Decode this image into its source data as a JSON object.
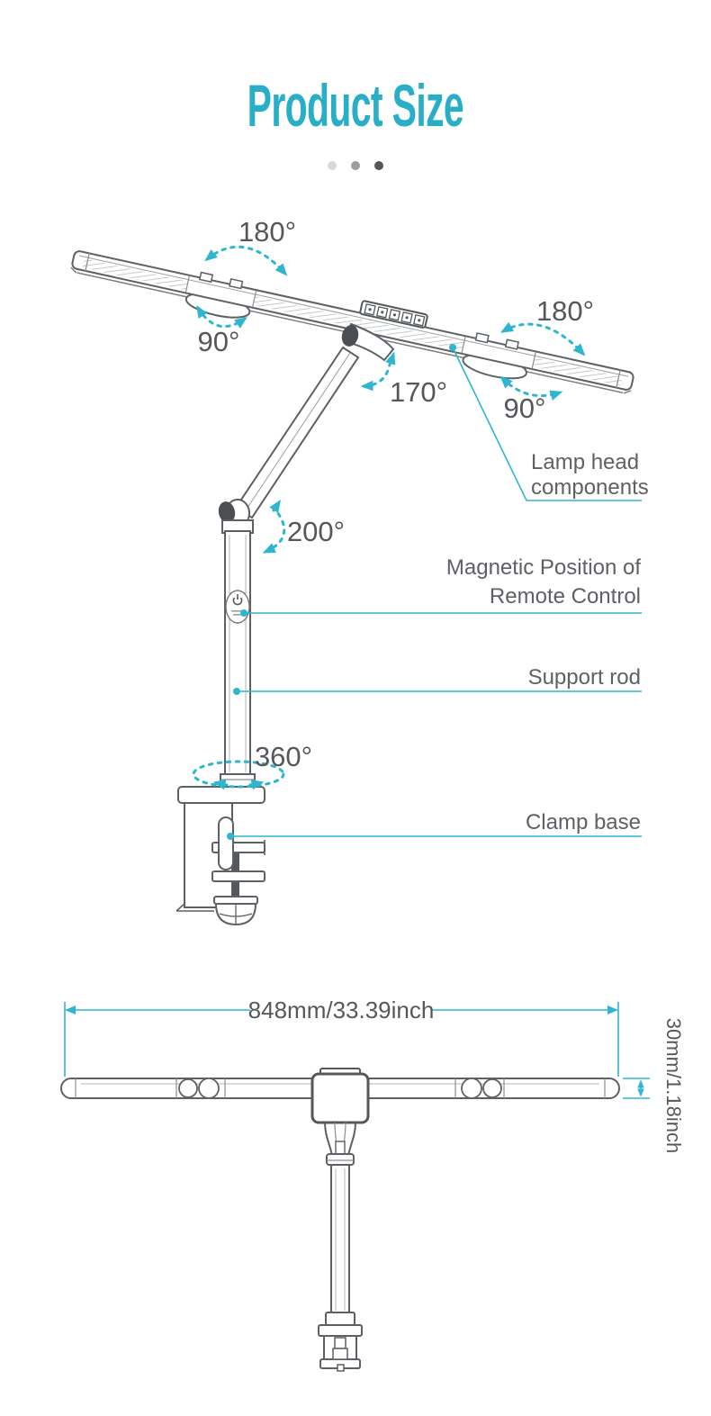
{
  "header": {
    "title": "Product Size"
  },
  "carousel": {
    "dots": [
      {
        "state": "inactive",
        "color": "#d9d9d9"
      },
      {
        "state": "inactive",
        "color": "#9c9ea0"
      },
      {
        "state": "active",
        "color": "#54565a"
      }
    ]
  },
  "side_view": {
    "angles": {
      "left_head_swivel": "180°",
      "left_head_fold": "90°",
      "right_head_swivel": "180°",
      "right_head_fold": "90°",
      "head_tilt": "170°",
      "elbow_rotation": "200°",
      "base_rotation": "360°"
    },
    "labels": {
      "lamp_head": [
        "Lamp head",
        "components"
      ],
      "magnetic_position": [
        "Magnetic Position of",
        "Remote Control"
      ],
      "support_rod": "Support rod",
      "clamp_base": "Clamp base"
    }
  },
  "front_view": {
    "width_dimension": "848mm/33.39inch",
    "height_dimension": "30mm/1.18inch"
  },
  "colors": {
    "accent_teal": "#2fb6ce",
    "title_teal": "#28afc7",
    "line_art_gray": "#5d6165",
    "dark_fill_gray": "#4b4f53",
    "text_gray": "#55585b"
  }
}
